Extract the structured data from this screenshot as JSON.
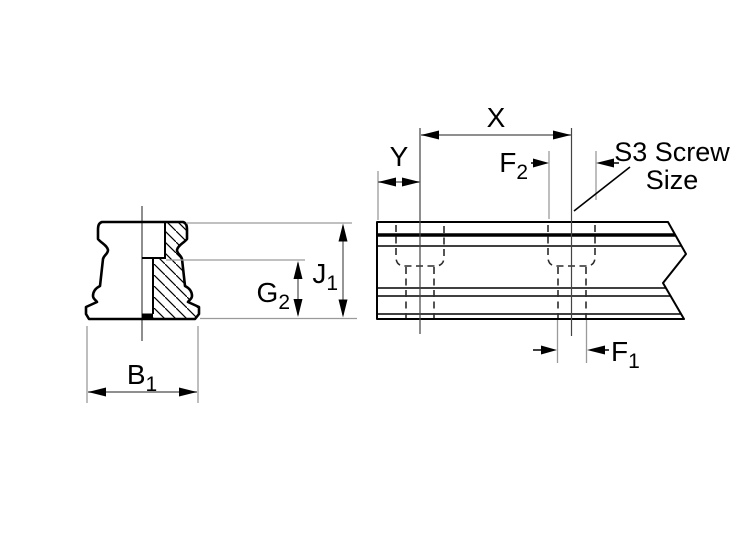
{
  "drawing": {
    "type": "rail-technical-drawing",
    "colors": {
      "ink": "#000000",
      "hidden_line": "#2b2b2b",
      "centerline": "#444444",
      "extension_line": "#9a9a9a",
      "dimension_line": "#6a6a6a",
      "background": "#ffffff"
    }
  },
  "labels": {
    "x": {
      "label": "X"
    },
    "y": {
      "label": "Y"
    },
    "f2": {
      "main": "F",
      "sub": "2"
    },
    "f1": {
      "main": "F",
      "sub": "1"
    },
    "j1": {
      "main": "J",
      "sub": "1"
    },
    "g2": {
      "main": "G",
      "sub": "2"
    },
    "b1": {
      "main": "B",
      "sub": "1"
    },
    "s3": {
      "line1": "S3 Screw",
      "line2": "Size"
    }
  }
}
